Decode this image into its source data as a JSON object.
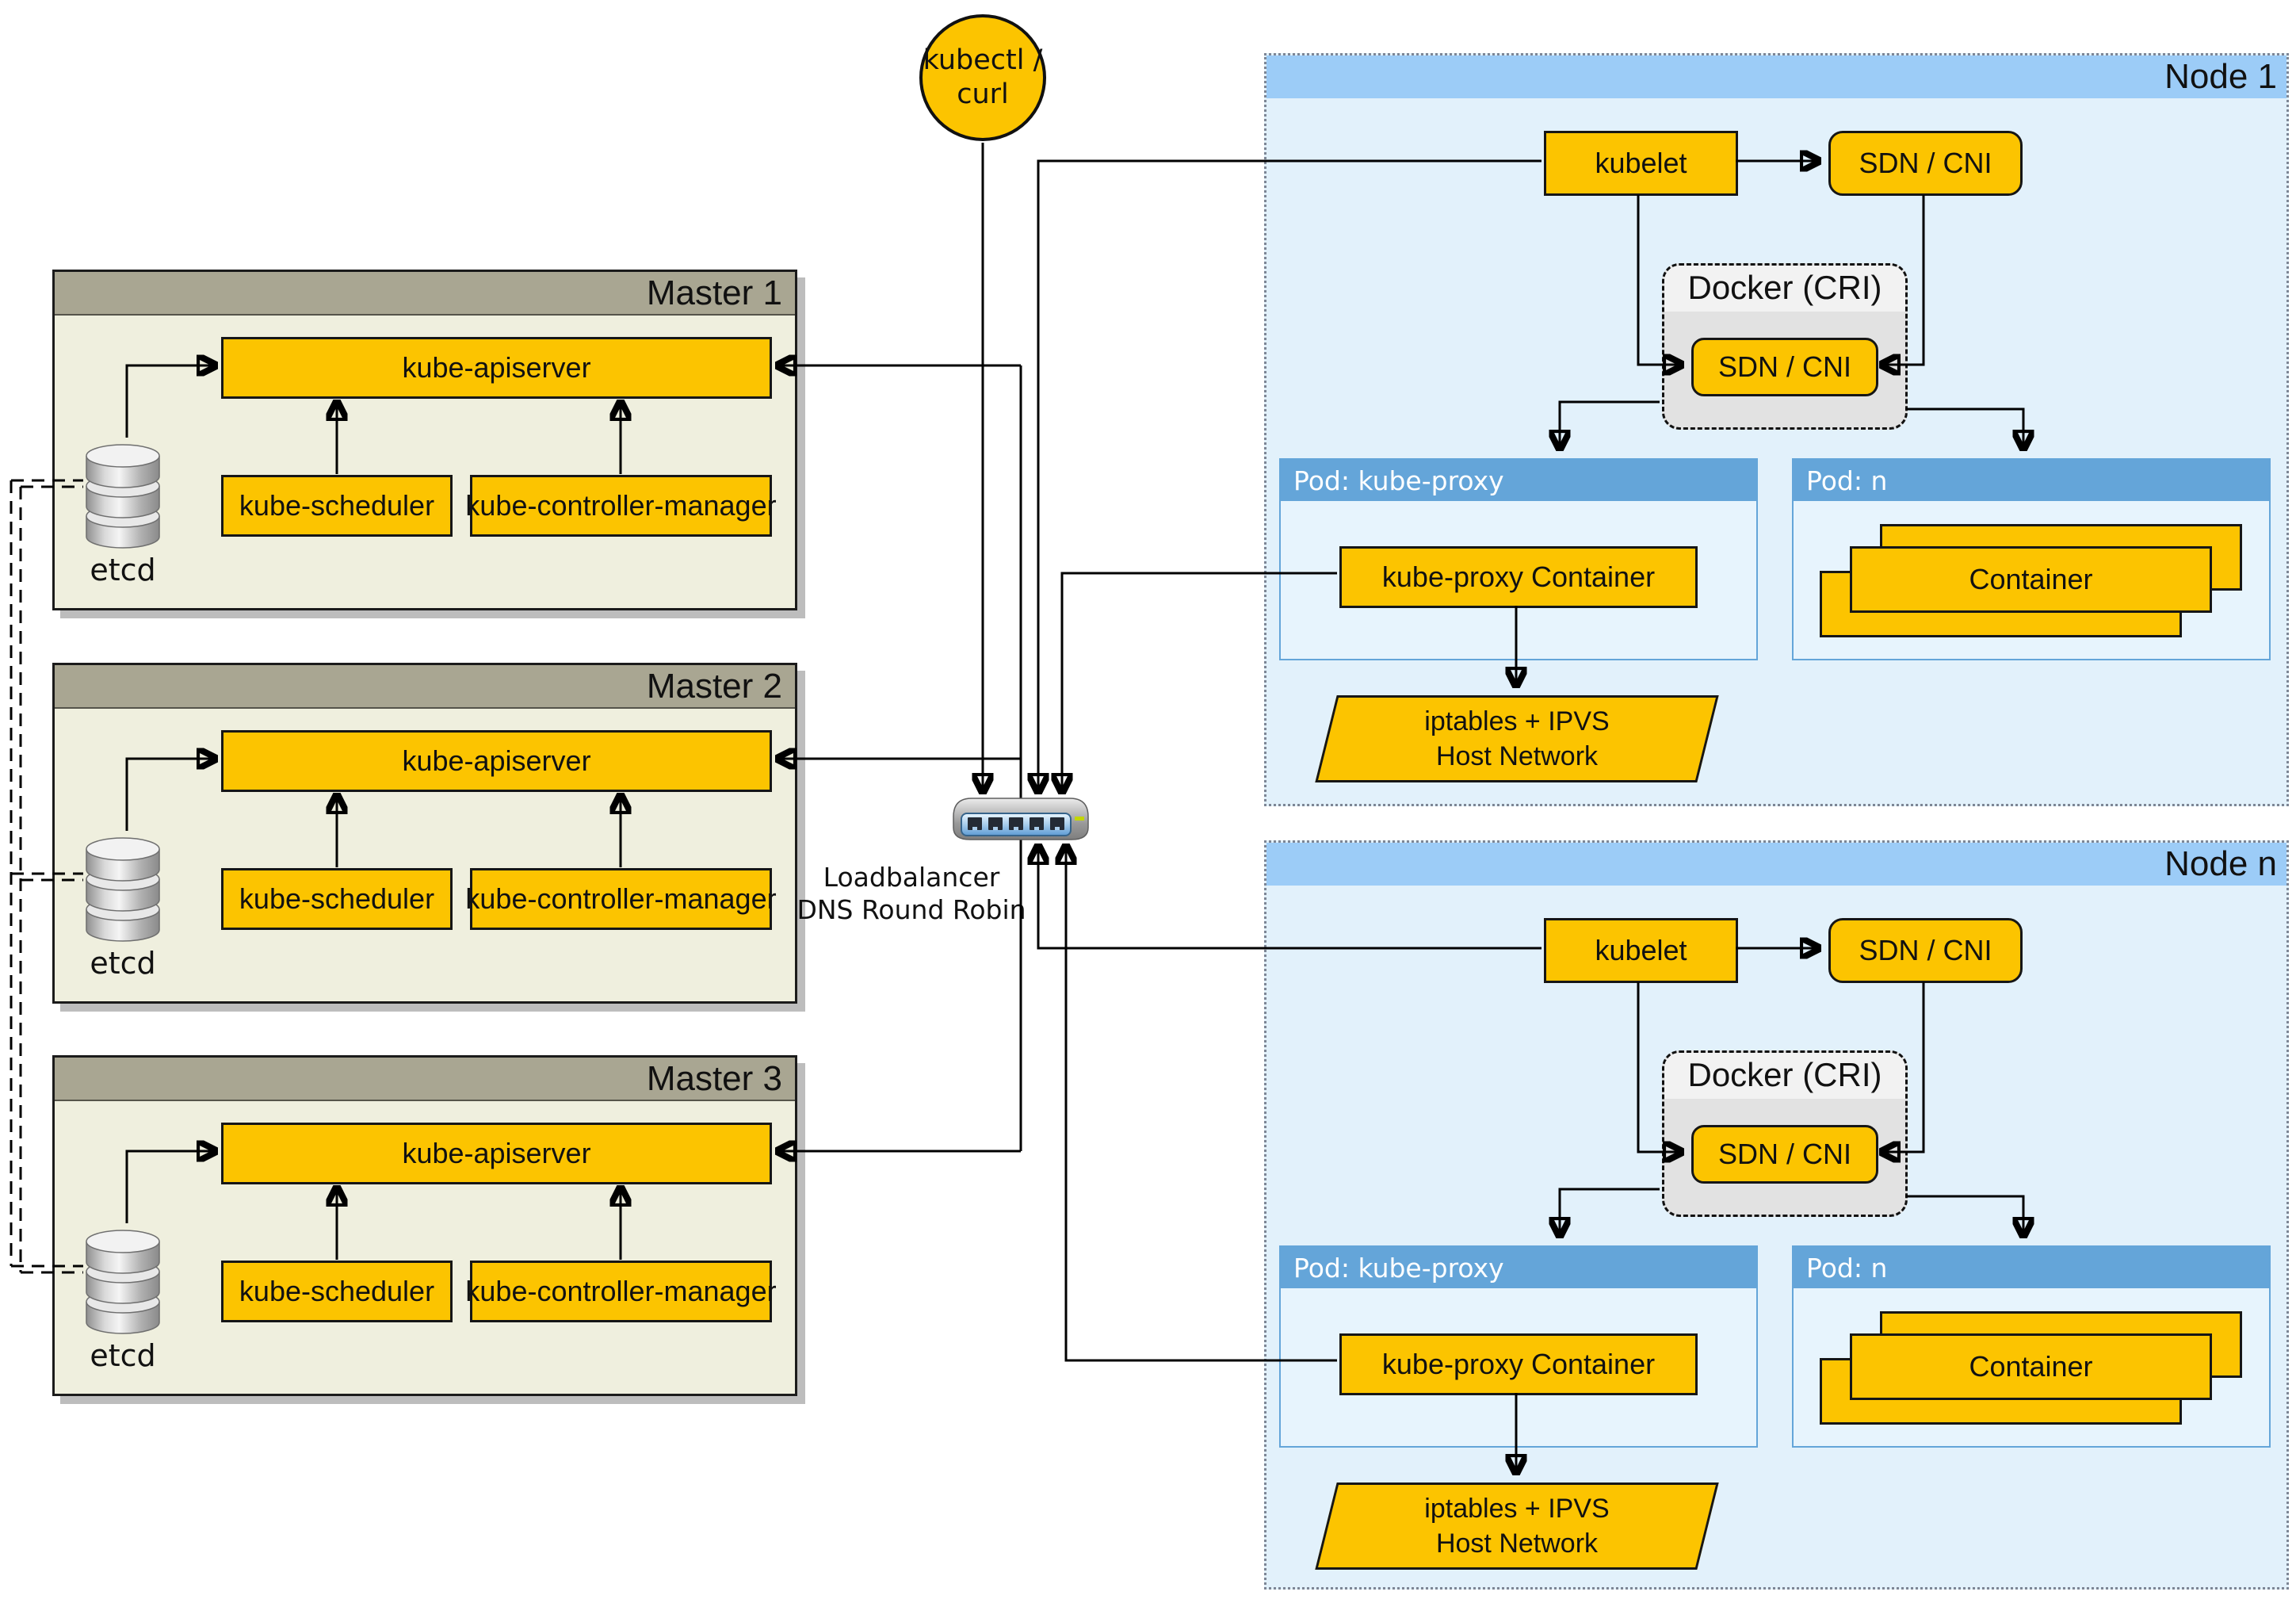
{
  "kubectl": {
    "line1": "kubectl /",
    "line2": "curl"
  },
  "loadbalancer": {
    "line1": "Loadbalancer",
    "line2": "DNS Round Robin"
  },
  "masters": [
    {
      "title": "Master 1",
      "apiserver": "kube-apiserver",
      "scheduler": "kube-scheduler",
      "controller_manager": "kube-controller-manager",
      "etcd_label": "etcd"
    },
    {
      "title": "Master 2",
      "apiserver": "kube-apiserver",
      "scheduler": "kube-scheduler",
      "controller_manager": "kube-controller-manager",
      "etcd_label": "etcd"
    },
    {
      "title": "Master 3",
      "apiserver": "kube-apiserver",
      "scheduler": "kube-scheduler",
      "controller_manager": "kube-controller-manager",
      "etcd_label": "etcd"
    }
  ],
  "nodes": [
    {
      "title": "Node 1",
      "kubelet": "kubelet",
      "sdn_cni": "SDN / CNI",
      "docker_title": "Docker (CRI)",
      "docker_sdn_cni": "SDN / CNI",
      "pod_proxy_title": "Pod: kube-proxy",
      "proxy_container": "kube-proxy Container",
      "iptables_line1": "iptables + IPVS",
      "iptables_line2": "Host Network",
      "pod_n_title": "Pod: n",
      "container_label": "Container"
    },
    {
      "title": "Node n",
      "kubelet": "kubelet",
      "sdn_cni": "SDN / CNI",
      "docker_title": "Docker (CRI)",
      "docker_sdn_cni": "SDN / CNI",
      "pod_proxy_title": "Pod: kube-proxy",
      "proxy_container": "kube-proxy Container",
      "iptables_line1": "iptables + IPVS",
      "iptables_line2": "Host Network",
      "pod_n_title": "Pod: n",
      "container_label": "Container"
    }
  ],
  "icons": {
    "loadbalancer": "network-switch-icon",
    "etcd": "database-cylinder-icon"
  },
  "colors": {
    "box_yellow": "#FCC400",
    "master_header": "#A9A692",
    "master_body": "#EFEFDE",
    "node_header": "#9CCCF7",
    "node_body": "#E2F1FB",
    "pod_header": "#64A5D9",
    "pod_body": "#E7F4FD",
    "docker_body": "#E2E2E2",
    "docker_strip": "#F2F2F2",
    "line_color": "#000000"
  }
}
